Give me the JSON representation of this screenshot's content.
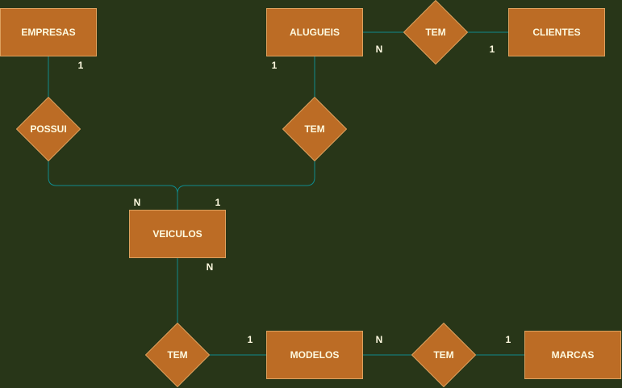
{
  "colors": {
    "background": "#283618",
    "shape_fill": "#BC6C25",
    "shape_stroke": "#DDA15E",
    "line": "#0F8B8D",
    "text": "#FEFAE0"
  },
  "entities": {
    "empresas": "EMPRESAS",
    "alugueis": "ALUGUEIS",
    "clientes": "CLIENTES",
    "veiculos": "VEICULOS",
    "modelos": "MODELOS",
    "marcas": "MARCAS"
  },
  "relationships": {
    "alugueis_clientes": "TEM",
    "empresas_veiculos": "POSSUI",
    "alugueis_veiculos": "TEM",
    "veiculos_modelos": "TEM",
    "modelos_marcas": "TEM"
  },
  "cardinalities": {
    "empresas": "1",
    "alugueis_left": "1",
    "alugueis_right": "N",
    "clientes": "1",
    "veiculos_left": "N",
    "veiculos_right": "1",
    "veiculos_bottom": "N",
    "modelos_left": "1",
    "modelos_right": "N",
    "marcas": "1"
  }
}
